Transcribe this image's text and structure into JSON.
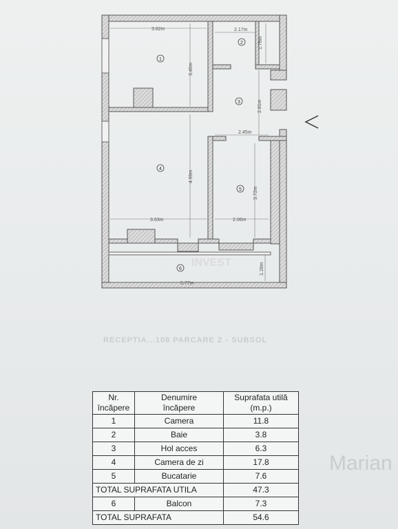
{
  "floorplan": {
    "room_numbers": [
      "1",
      "2",
      "3",
      "4",
      "5",
      "6"
    ],
    "dimensions": {
      "room1_width": "3.82m",
      "room1_height": "3.40m",
      "room2_width": "2.17m",
      "room2_height": "1.76m",
      "hall_height": "2.81m",
      "hall_width": "2.45m",
      "room4_height": "4.99m",
      "room4_width": "3.63m",
      "room5_height": "3.72m",
      "room5_width": "2.06m",
      "balcony_height": "1.28m",
      "balcony_width": "5.77m"
    },
    "watermark": "INVEST"
  },
  "ghost_text": {
    "bleed_heading": "RECEPTIA...108 PARCARE Z - SUBSOL",
    "bleed_name": "Marian"
  },
  "table": {
    "headers": [
      "Nr.\nîncăpere",
      "Denumire\nîncăpere",
      "Suprafata utilă\n(m.p.)"
    ],
    "rows": [
      {
        "nr": "1",
        "name": "Camera",
        "area": "11.8"
      },
      {
        "nr": "2",
        "name": "Baie",
        "area": "3.8"
      },
      {
        "nr": "3",
        "name": "Hol acces",
        "area": "6.3"
      },
      {
        "nr": "4",
        "name": "Camera de zi",
        "area": "17.8"
      },
      {
        "nr": "5",
        "name": "Bucatarie",
        "area": "7.6"
      }
    ],
    "total_util_label": "TOTAL SUPRAFATA UTILA",
    "total_util_value": "47.3",
    "balcony": {
      "nr": "6",
      "name": "Balcon",
      "area": "7.3"
    },
    "total_label": "TOTAL SUPRAFATA",
    "total_value": "54.6"
  }
}
